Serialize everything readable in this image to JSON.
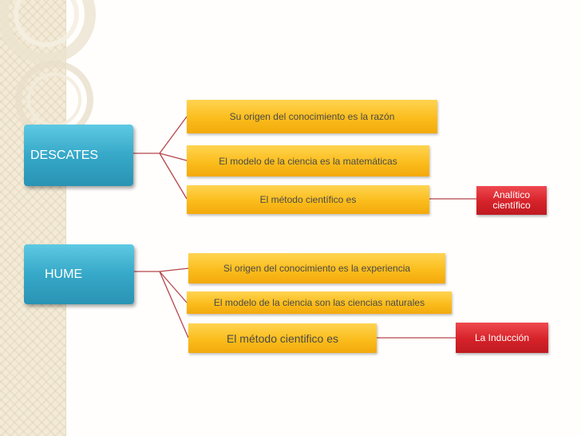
{
  "descartes": {
    "title": "DESCATES",
    "branches": [
      "Su origen del conocimiento es la razón",
      "El modelo de la ciencia es la matemáticas",
      "El  método  científico es"
    ],
    "result": [
      "Analítico",
      "científico"
    ]
  },
  "hume": {
    "title": "HUME",
    "branches": [
      "Si origen del conocimiento es la experiencia",
      "El modelo de la ciencia son las ciencias naturales",
      "El método cientifico es"
    ],
    "result": "La Inducción"
  },
  "colors": {
    "main_box": "#36a8c8",
    "branch_box": "#fbbd1c",
    "result_box": "#d62229",
    "connector": "#b5464b"
  }
}
